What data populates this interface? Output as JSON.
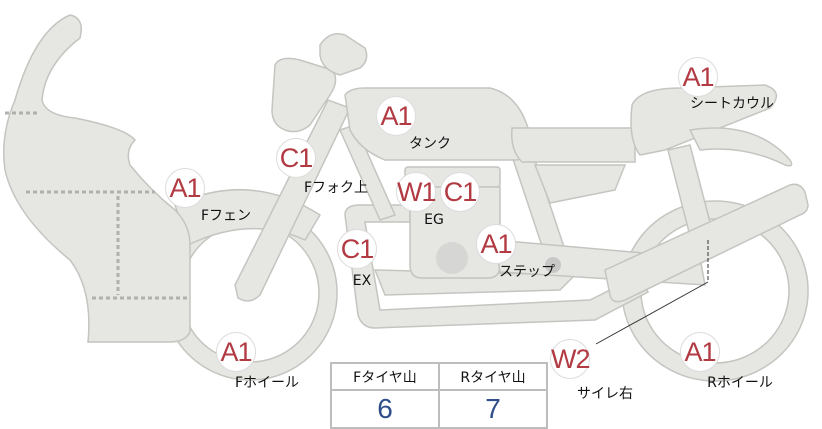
{
  "colors": {
    "part_fill": "#e6e6e3",
    "part_stroke": "#c4c4c0",
    "code": "#b23a42",
    "value": "#2f4e8a"
  },
  "markers": [
    {
      "code": "A1",
      "label": "Fホイール"
    },
    {
      "code": "A1",
      "label": "Fフェン"
    },
    {
      "code": "C1",
      "label": "Fフォク上"
    },
    {
      "code": "A1",
      "label": "タンク"
    },
    {
      "code": "W1",
      "label": ""
    },
    {
      "code": "C1",
      "label": "EG"
    },
    {
      "code": "C1",
      "label": "EX"
    },
    {
      "code": "A1",
      "label": "ステップ"
    },
    {
      "code": "A1",
      "label": "シートカウル"
    },
    {
      "code": "W2",
      "label": "サイレ右"
    },
    {
      "code": "A1",
      "label": "Rホイール"
    }
  ],
  "tread": {
    "headers": [
      "Fタイヤ山",
      "Rタイヤ山"
    ],
    "values": [
      "6",
      "7"
    ]
  }
}
